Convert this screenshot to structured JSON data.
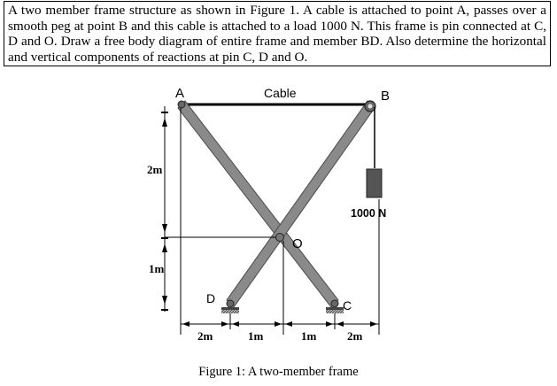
{
  "problem_text": "A two member frame structure as shown in Figure 1. A cable is attached to point A, passes over a smooth peg at point B and this cable is attached to a load 1000 N. This frame is pin connected at C, D and O. Draw a free body diagram of entire frame and member BD. Also determine the horizontal and vertical components of reactions at pin C, D and O.",
  "figure": {
    "caption": "Figure 1: A two-member frame",
    "labels": {
      "A": "A",
      "B": "B",
      "C": "C",
      "D": "D",
      "O": "O",
      "cable": "Cable",
      "load": "1000 N"
    },
    "dimensions": {
      "vertical_upper": "2m",
      "vertical_lower": "1m",
      "bottom_left_outer": "2m",
      "bottom_left_inner": "1m",
      "bottom_right_inner": "1m",
      "bottom_right_outer": "2m"
    },
    "colors": {
      "member_fill": "#8a8a8a",
      "member_edge": "#4a4a4a",
      "load_fill": "#555555",
      "line": "#000000"
    }
  }
}
